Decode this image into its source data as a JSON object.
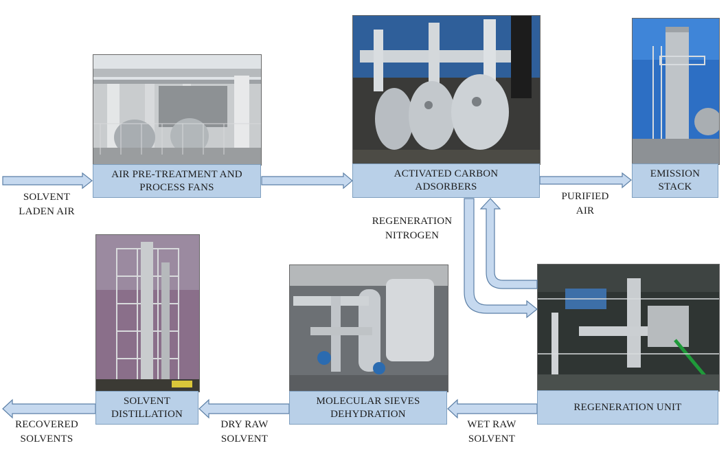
{
  "units": {
    "pretreatment": {
      "line1": "AIR PRE-TREATMENT AND",
      "line2": "PROCESS FANS"
    },
    "adsorbers": {
      "line1": "ACTIVATED CARBON",
      "line2": "ADSORBERS"
    },
    "stack": {
      "line1": "EMISSION",
      "line2": "STACK"
    },
    "regeneration": {
      "line1": "REGENERATION UNIT"
    },
    "sieves": {
      "line1": "MOLECULAR SIEVES",
      "line2": "DEHYDRATION"
    },
    "distillation": {
      "line1": "SOLVENT",
      "line2": "DISTILLATION"
    }
  },
  "flows": {
    "inlet": {
      "line1": "SOLVENT",
      "line2": "LADEN AIR"
    },
    "purified": {
      "line1": "PURIFIED",
      "line2": "AIR"
    },
    "nitrogen": {
      "line1": "REGENERATION",
      "line2": "NITROGEN"
    },
    "wet": {
      "line1": "WET RAW",
      "line2": "SOLVENT"
    },
    "dry": {
      "line1": "DRY RAW",
      "line2": "SOLVENT"
    },
    "recovered": {
      "line1": "RECOVERED",
      "line2": "SOLVENTS"
    }
  },
  "colors": {
    "label_fill": "#b9d0e8",
    "arrow_fill": "#c6d9ef",
    "arrow_stroke": "#5b7fa6"
  }
}
